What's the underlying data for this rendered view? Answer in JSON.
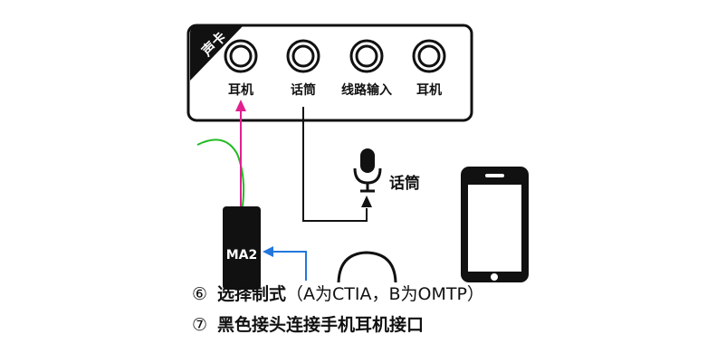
{
  "sound_card": {
    "badge": "声卡",
    "ports": [
      {
        "label": "耳机"
      },
      {
        "label": "话筒"
      },
      {
        "label": "线路输入"
      },
      {
        "label": "耳机"
      }
    ]
  },
  "microphone": {
    "label": "话筒"
  },
  "adapter": {
    "label": "MA2"
  },
  "colors": {
    "pink_cable": "#e0208f",
    "blue_cable": "#2277dd",
    "green_cable": "#22bb22",
    "outline": "#111111"
  },
  "icons": [
    "microphone-icon",
    "smartphone-icon",
    "knob-arc-icon"
  ],
  "steps": [
    {
      "number": "⑥",
      "text": "选择制式",
      "note": "（A为CTIA，B为OMTP）"
    },
    {
      "number": "⑦",
      "text": "黑色接头连接手机耳机接口",
      "note": ""
    }
  ]
}
